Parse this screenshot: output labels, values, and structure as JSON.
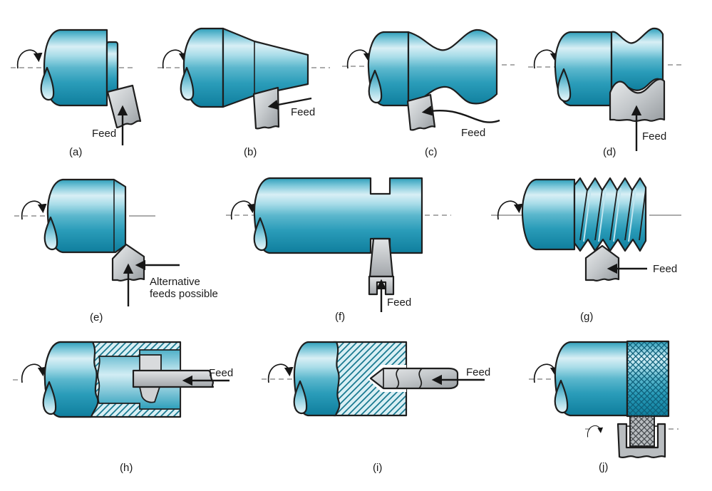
{
  "figure": {
    "type": "machining-operations-diagram",
    "panel_count": 10
  },
  "panels": {
    "a": {
      "label": "(a)",
      "feed_label": "Feed"
    },
    "b": {
      "label": "(b)",
      "feed_label": "Feed"
    },
    "c": {
      "label": "(c)",
      "feed_label": "Feed"
    },
    "d": {
      "label": "(d)",
      "feed_label": "Feed"
    },
    "e": {
      "label": "(e)",
      "note_line1": "Alternative",
      "note_line2": "feeds possible"
    },
    "f": {
      "label": "(f)",
      "feed_label": "Feed"
    },
    "g": {
      "label": "(g)",
      "feed_label": "Feed"
    },
    "h": {
      "label": "(h)",
      "feed_label": "Feed"
    },
    "i": {
      "label": "(i)",
      "feed_label": "Feed"
    },
    "j": {
      "label": "(j)"
    }
  },
  "colors": {
    "workpiece_teal": "#2FA0BD",
    "workpiece_dark": "#0F7E9D",
    "workpiece_highlight": "#D8EFF5",
    "tool_gray": "#C0C4C7",
    "tool_gray_dark": "#9AA0A4",
    "hatch_fill": "#D9EFF4",
    "hatch_line": "#17788F",
    "knurl_line": "#0E607A",
    "outline": "#1E1E1E",
    "centerline_gray": "#7A7A7A",
    "text": "#1A1A1A",
    "background": "#FFFFFF"
  }
}
